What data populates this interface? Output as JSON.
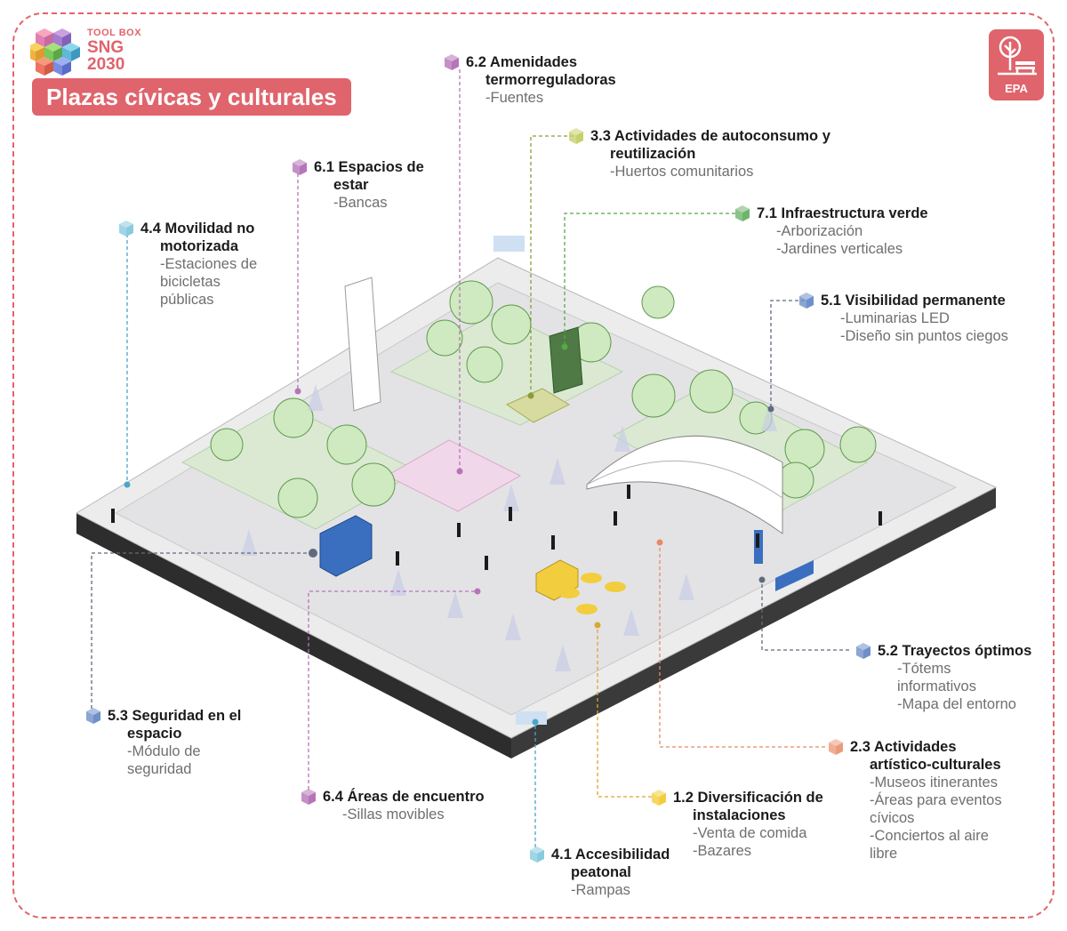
{
  "logo": {
    "line1": "TOOL BOX",
    "line2": "SNG",
    "line3": "2030"
  },
  "title": "Plazas cívicas y culturales",
  "badge": {
    "label": "EPA"
  },
  "colors": {
    "accent": "#e0646c"
  },
  "labels": {
    "l62": {
      "head": "6.2 Amenidades",
      "head2": "termorreguladoras",
      "items": [
        "-Fuentes"
      ],
      "color": "#b774b8"
    },
    "l33": {
      "head": "3.3 Actividades de autoconsumo y",
      "head2": "reutilización",
      "items": [
        "-Huertos comunitarios"
      ],
      "color": "#c7d16c"
    },
    "l61": {
      "head": "6.1 Espacios de",
      "head2": "estar",
      "items": [
        "-Bancas"
      ],
      "color": "#b774b8"
    },
    "l71": {
      "head": "7.1 Infraestructura verde",
      "items": [
        "-Arborización",
        "-Jardines verticales"
      ],
      "color": "#6fb46c"
    },
    "l44": {
      "head": "4.4 Movilidad no",
      "head2": "motorizada",
      "items": [
        "-Estaciones de",
        "bicicletas",
        "públicas"
      ],
      "color": "#88cbe0"
    },
    "l51": {
      "head": "5.1 Visibilidad permanente",
      "items": [
        "-Luminarias LED",
        "-Diseño sin puntos ciegos"
      ],
      "color": "#6f8fc8"
    },
    "l52": {
      "head": "5.2 Trayectos óptimos",
      "items": [
        "-Tótems",
        "informativos",
        "-Mapa del entorno"
      ],
      "color": "#6f8fc8"
    },
    "l53": {
      "head": "5.3 Seguridad en el",
      "head2": "espacio",
      "items": [
        "-Módulo de",
        "seguridad"
      ],
      "color": "#6f8fc8"
    },
    "l23": {
      "head": "2.3 Actividades",
      "head2": "artístico-culturales",
      "items": [
        "-Museos itinerantes",
        "-Áreas para eventos",
        "cívicos",
        "-Conciertos al aire",
        "libre"
      ],
      "color": "#ec9b7a"
    },
    "l64": {
      "head": "6.4 Áreas de encuentro",
      "items": [
        "-Sillas movibles"
      ],
      "color": "#b774b8"
    },
    "l12": {
      "head": "1.2 Diversificación de",
      "head2": "instalaciones",
      "items": [
        "-Venta de comida",
        "-Bazares"
      ],
      "color": "#f2cd3e"
    },
    "l41": {
      "head": "4.1 Accesibilidad",
      "head2": "peatonal",
      "items": [
        "-Rampas"
      ],
      "color": "#88cbe0"
    }
  }
}
